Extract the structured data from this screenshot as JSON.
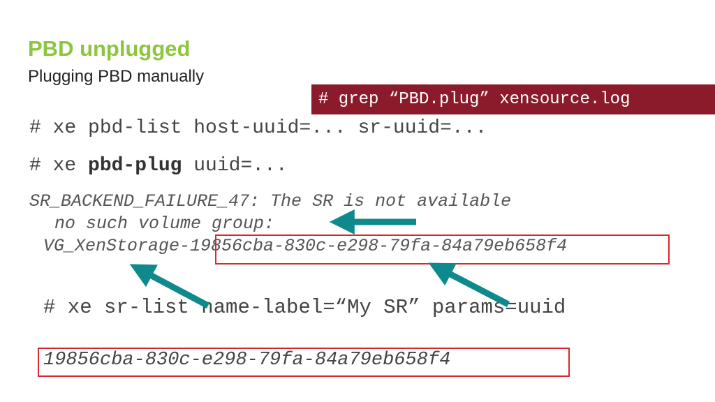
{
  "slide": {
    "title": "PBD unplugged",
    "subtitle": "Plugging PBD manually",
    "grep_command": "# grep “PBD.plug” xensource.log",
    "pbd_list_command": "# xe pbd-list host-uuid=... sr-uuid=...",
    "pbd_plug": {
      "prefix": "# xe ",
      "keyword": "pbd-plug",
      "suffix": " uuid=..."
    },
    "error": {
      "line1": "SR_BACKEND_FAILURE_47: The SR is not available",
      "line2": "no such volume group:",
      "line3": "VG_XenStorage-19856cba-830c-e298-79fa-84a79eb658f4"
    },
    "sr_list_command": "# xe sr-list name-label=“My SR” params=uuid",
    "result_uuid": "19856cba-830c-e298-79fa-84a79eb658f4"
  },
  "colors": {
    "title_green": "#8cc63f",
    "grep_box_bg": "#8b1a2b",
    "highlight_red": "#d9272e",
    "arrow_teal": "#0e8a8c"
  }
}
